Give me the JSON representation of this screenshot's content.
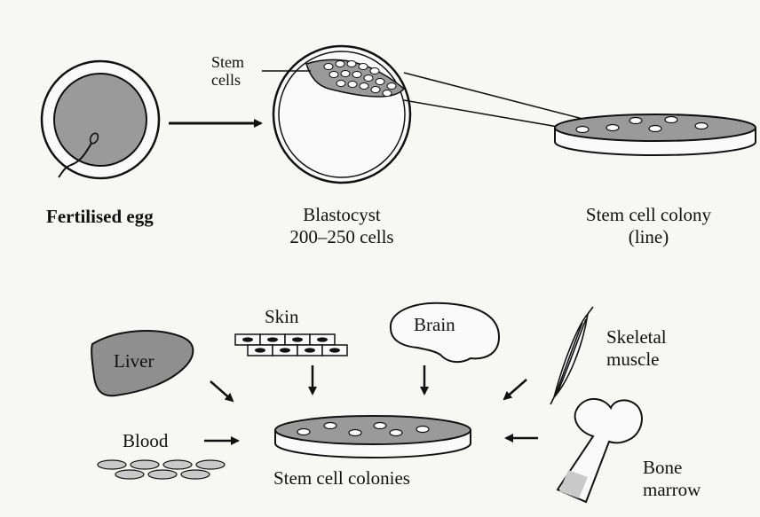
{
  "top": {
    "stem_cells_line1": "Stem",
    "stem_cells_line2": "cells",
    "fertilised_egg": "Fertilised egg",
    "blastocyst_line1": "Blastocyst",
    "blastocyst_line2": "200–250 cells",
    "colony_line1": "Stem cell colony",
    "colony_line2": "(line)"
  },
  "bottom": {
    "liver": "Liver",
    "skin": "Skin",
    "brain": "Brain",
    "skeletal_line1": "Skeletal",
    "skeletal_line2": "muscle",
    "blood": "Blood",
    "colonies": "Stem cell colonies",
    "bone_line1": "Bone",
    "bone_line2": "marrow"
  },
  "colors": {
    "ink": "#111111",
    "shade": "#8f8f8f",
    "light": "#c9c9c9",
    "paper": "#f7f7f3"
  }
}
